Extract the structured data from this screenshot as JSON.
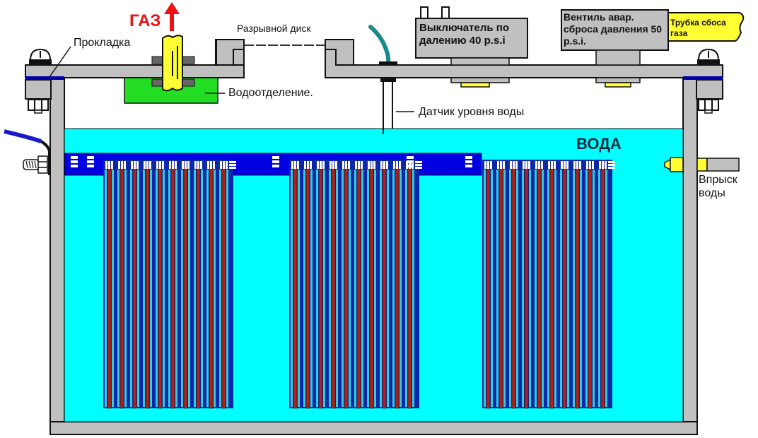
{
  "diagram": {
    "title": "Hydrogen generator cell schematic",
    "labels": {
      "gas": "ГАЗ",
      "gasket": "Прокладка",
      "rupture_disc": "Разрывной диск",
      "water_separator": "Водоотделение.",
      "pressure_switch": "Выключатель по далению 40 p.s.i",
      "relief_valve": "Вентиль авар. сброса давления 50 p.s.i.",
      "gas_tube": "Трубка сбоса газа",
      "water_level_sensor": "Датчик уровня воды",
      "water": "ВОДА",
      "water_injection": "Впрыск воды"
    },
    "electrode_packs": [
      {
        "id": "pack-1",
        "plate_pairs": 10
      },
      {
        "id": "pack-2",
        "plate_pairs": 10
      },
      {
        "id": "pack-3",
        "plate_pairs": 10
      }
    ],
    "colors": {
      "water": "#00ffff",
      "housing": "#c0c0c0",
      "bus_bar": "#0000e0",
      "plate_blue": "#0a28a8",
      "plate_red": "#b02020",
      "separator": "#22dd22",
      "pipe": "#ffff33",
      "gas_arrow": "#ee1111",
      "cable": "#1a8a8a"
    }
  }
}
